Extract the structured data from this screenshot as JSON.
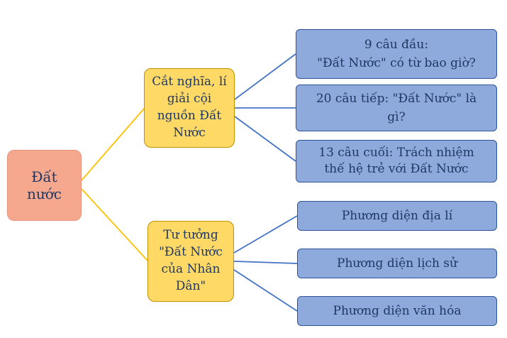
{
  "colors": {
    "root_fill": "#F6A88E",
    "root_border": "#E8947C",
    "branch_fill": "#FFD966",
    "branch_border": "#BF9000",
    "leaf_fill": "#8EAADC",
    "leaf_border": "#2F5597",
    "text": "#1F3864",
    "connector_yellow": "#FFC000",
    "connector_blue": "#4472C4"
  },
  "root": {
    "lines": [
      "Đất nước"
    ]
  },
  "branches": [
    {
      "lines": [
        "Cắt nghĩa, lí",
        "giải cội",
        "nguồn Đất",
        "Nước"
      ],
      "children": [
        {
          "lines": [
            "9 câu đầu:",
            "\"Đất Nước\" có từ bao giờ?"
          ]
        },
        {
          "lines": [
            "20 câu tiếp: \"Đất Nước\" là",
            "gì?"
          ]
        },
        {
          "lines": [
            "13 câu cuối: Trách nhiệm",
            "thế hệ trẻ với Đất Nước"
          ]
        }
      ]
    },
    {
      "lines": [
        "Tư tưởng",
        "\"Đất Nước",
        "của Nhân",
        "Dân\""
      ],
      "children": [
        {
          "lines": [
            "Phương diện địa lí"
          ]
        },
        {
          "lines": [
            "Phương diện lịch sử"
          ]
        },
        {
          "lines": [
            "Phương diện văn hóa"
          ]
        }
      ]
    }
  ]
}
